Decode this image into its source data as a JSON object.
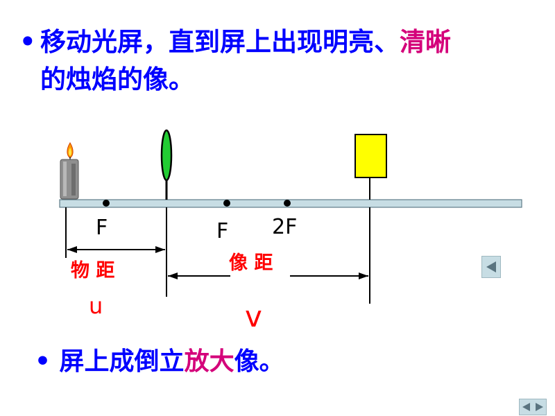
{
  "bullet1": {
    "text_part1": "移动光屏，直到屏上出现明亮、",
    "text_highlight": "清晰",
    "text_part2": "的烛焰的像。"
  },
  "diagram": {
    "label_F_left": "F",
    "label_F_right": "F",
    "label_2F": "2F",
    "label_object_distance": "物 距",
    "label_u": "u",
    "label_image_distance": "像 距",
    "label_v": "v"
  },
  "bullet2": {
    "text_part1": "屏上成倒立",
    "text_highlight": "放大",
    "text_part2": "像。"
  },
  "colors": {
    "text_blue": "#0000ff",
    "highlight_magenta": "#d4007a",
    "label_red": "#ff0000",
    "lens_green": "#22cc33",
    "screen_yellow": "#ffff00",
    "bench_blue": "#c7dde4"
  },
  "nav": {
    "prev_icon": "triangle-left-icon",
    "next_icon": "triangle-right-icon"
  }
}
